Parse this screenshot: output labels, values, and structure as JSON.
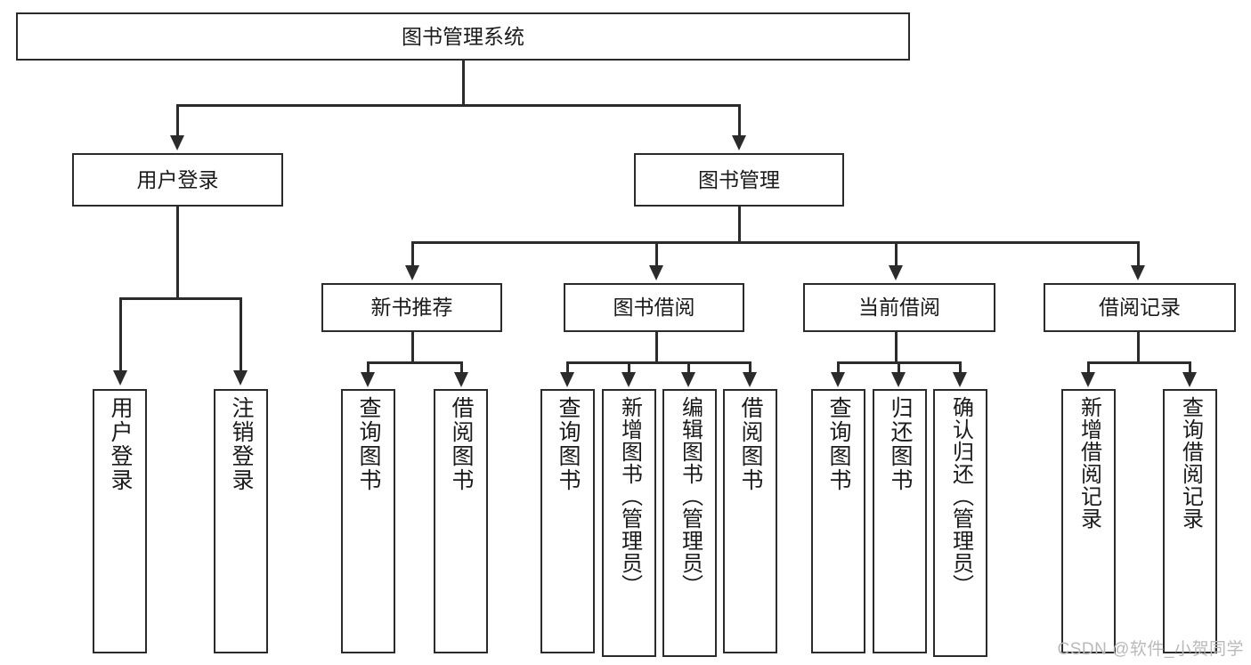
{
  "diagram": {
    "title": "图书管理系统",
    "type": "tree-hierarchy",
    "levels": {
      "root": {
        "label": "图书管理系统"
      },
      "level2": [
        {
          "label": "用户登录"
        },
        {
          "label": "图书管理"
        }
      ],
      "level3": [
        {
          "label": "新书推荐"
        },
        {
          "label": "图书借阅"
        },
        {
          "label": "当前借阅"
        },
        {
          "label": "借阅记录"
        }
      ],
      "leaves": {
        "user_login": [
          {
            "label": "用户登录"
          },
          {
            "label": "注销登录"
          }
        ],
        "new_book_recommend": [
          {
            "label": "查询图书"
          },
          {
            "label": "借阅图书"
          }
        ],
        "book_borrow": [
          {
            "label": "查询图书"
          },
          {
            "label": "新增图书（管理员）"
          },
          {
            "label": "编辑图书（管理员）"
          },
          {
            "label": "借阅图书"
          }
        ],
        "current_borrow": [
          {
            "label": "查询图书"
          },
          {
            "label": "归还图书"
          },
          {
            "label": "确认归还（管理员）"
          }
        ],
        "borrow_record": [
          {
            "label": "新增借阅记录"
          },
          {
            "label": "查询借阅记录"
          }
        ]
      }
    },
    "colors": {
      "stroke": "#2b2b2b",
      "fill": "#ffffff",
      "text": "#1a1a1a",
      "watermark": "#b9b9b9"
    }
  },
  "watermark": {
    "text": "CSDN @软件_小贺同学"
  }
}
